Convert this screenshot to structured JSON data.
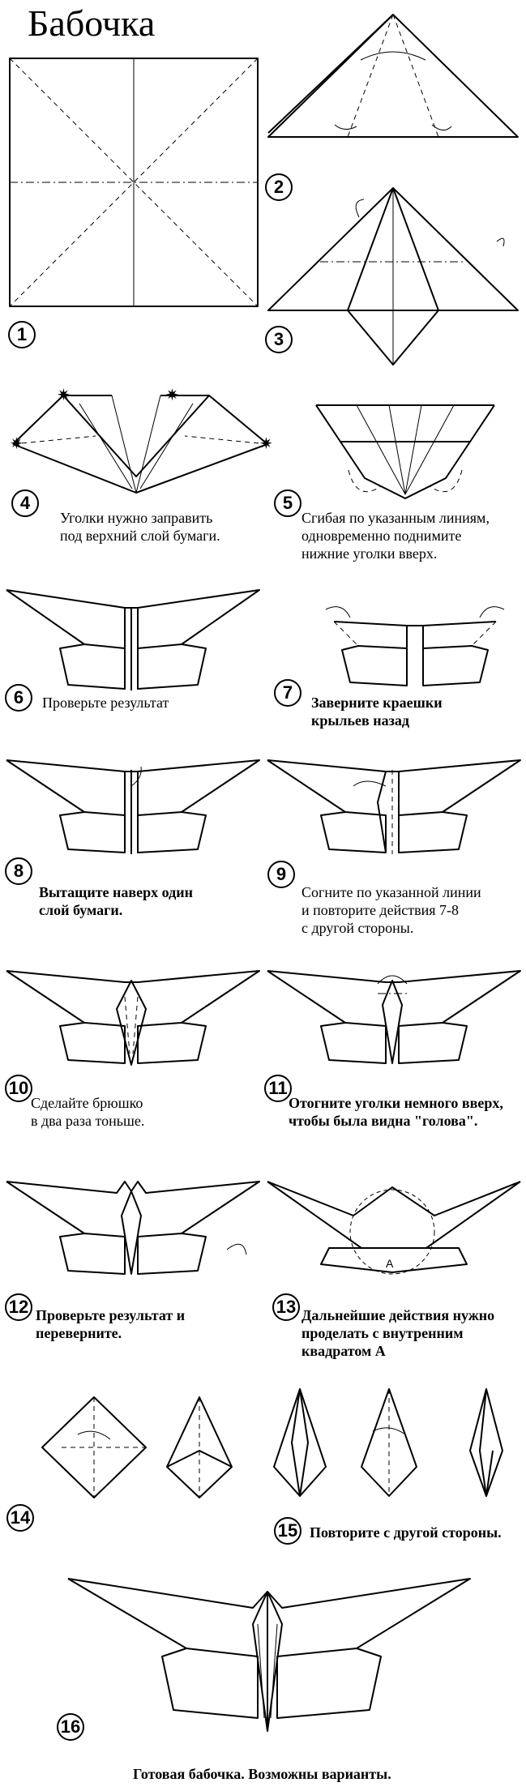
{
  "title": "Бабочка",
  "steps": [
    {
      "num": "1",
      "caption": ""
    },
    {
      "num": "2",
      "caption": ""
    },
    {
      "num": "3",
      "caption": ""
    },
    {
      "num": "4",
      "caption": "Уголки нужно заправить\nпод верхний слой бумаги."
    },
    {
      "num": "5",
      "caption": "Сгибая по указанным линиям,\nодновременно поднимите\nнижние уголки вверх."
    },
    {
      "num": "6",
      "caption": "Проверьте результат"
    },
    {
      "num": "7",
      "caption": "Заверните краешки\nкрыльев назад"
    },
    {
      "num": "8",
      "caption": "Вытащите наверх один\nслой бумаги."
    },
    {
      "num": "9",
      "caption": "Согните по указанной линии\nи повторите действия 7-8\nс другой стороны."
    },
    {
      "num": "10",
      "caption": "Сделайте брюшко\nв два раза тоньше."
    },
    {
      "num": "11",
      "caption": "Отогните уголки немного вверх,\nчтобы была видна \"голова\"."
    },
    {
      "num": "12",
      "caption": "Проверьте результат и\nпереверните."
    },
    {
      "num": "13",
      "caption": "Дальнейшие действия нужно\nпроделать с внутренним\nквадратом А"
    },
    {
      "num": "14",
      "caption": ""
    },
    {
      "num": "15",
      "caption": "Повторите  с другой стороны."
    },
    {
      "num": "16",
      "caption": "Готовая бабочка. Возможны варианты."
    }
  ],
  "diagram_label": "A"
}
